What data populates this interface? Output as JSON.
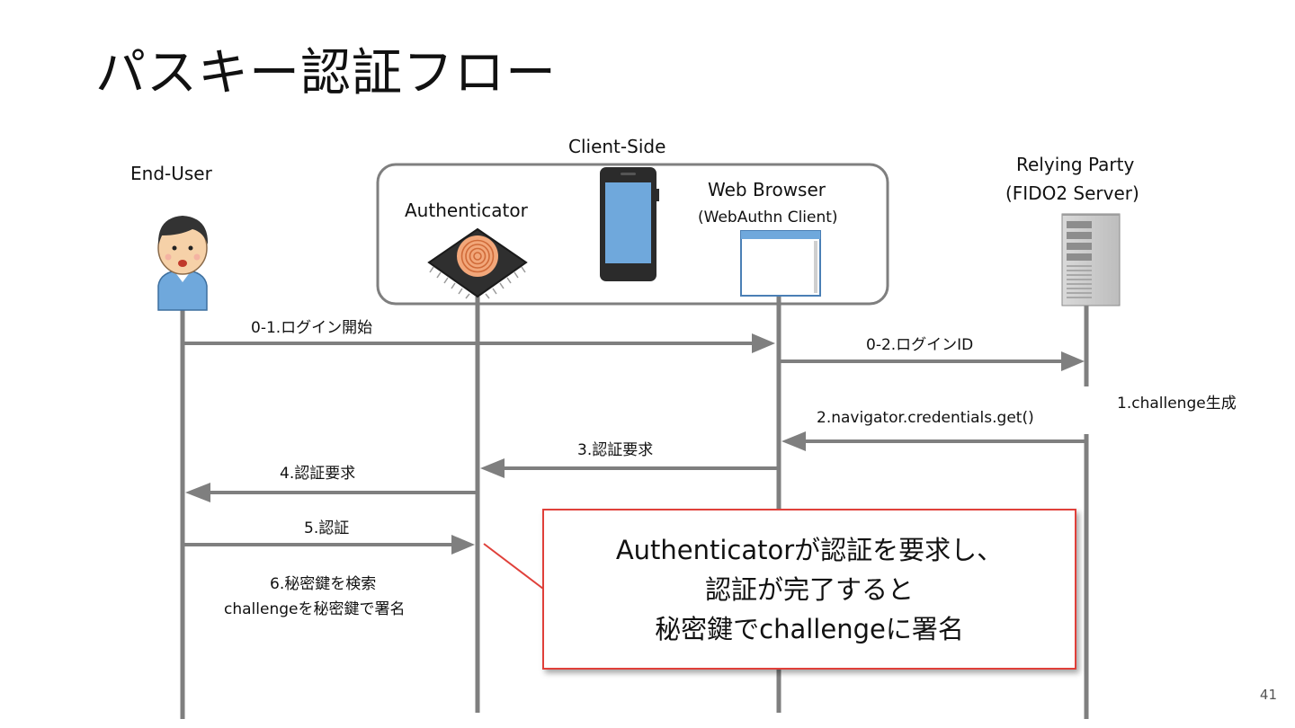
{
  "title": "パスキー認証フロー",
  "actors": {
    "end_user": "End-User",
    "client_side": "Client-Side",
    "authenticator": "Authenticator",
    "web_browser": "Web Browser",
    "web_browser_sub": "(WebAuthn Client)",
    "relying_party": "Relying Party",
    "relying_party_sub": "(FIDO2 Server)"
  },
  "messages": {
    "m01": "0-1.ログイン開始",
    "m02": "0-2.ログインID",
    "m1": "1.challenge生成",
    "m2": "2.navigator.credentials.get()",
    "m3": "3.認証要求",
    "m4": "4.認証要求",
    "m5": "5.認証",
    "m6_line1": "6.秘密鍵を検索",
    "m6_line2": "challengeを秘密鍵で署名"
  },
  "callout": {
    "line1": "Authenticatorが認証を要求し、",
    "line2": "認証が完了すると",
    "line3": "秘密鍵でchallengeに署名"
  },
  "page_number": "41",
  "colors": {
    "lifeline": "#7f7f7f",
    "callout_border": "#e0403a",
    "group_border": "#7f7f7f"
  },
  "icons": {
    "end_user": "person-icon",
    "authenticator": "fingerprint-chip-icon",
    "phone": "smartphone-icon",
    "browser": "browser-window-icon",
    "server": "server-tower-icon"
  }
}
